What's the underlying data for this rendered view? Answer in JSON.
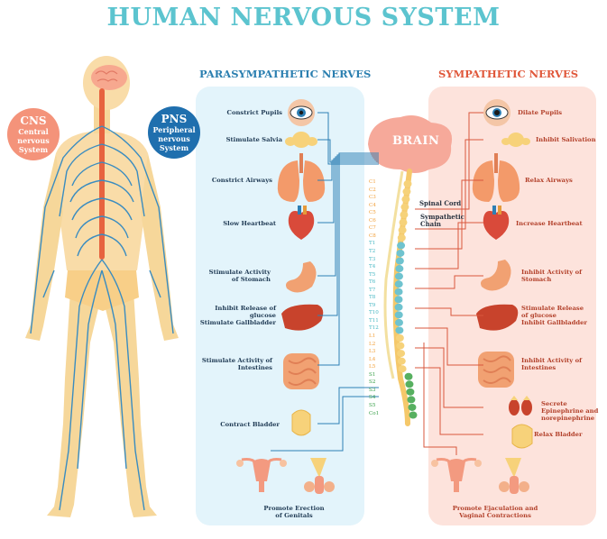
{
  "title": "HUMAN NERVOUS SYSTEM",
  "headers": {
    "parasympathetic": "PARASYMPATHETIC NERVES",
    "sympathetic": "SYMPATHETIC NERVES"
  },
  "badges": {
    "cns": {
      "abbr": "CNS",
      "line1": "Central",
      "line2": "nervous",
      "line3": "System",
      "color": "#f4937a"
    },
    "pns": {
      "abbr": "PNS",
      "line1": "Peripheral",
      "line2": "nervous",
      "line3": "System",
      "color": "#1f6fae"
    }
  },
  "brain_label": "BRAIN",
  "spinal_labels": {
    "spinal_cord": "Spinal Cord",
    "sympathetic_chain_1": "Sympathetic",
    "sympathetic_chain_2": "Chain"
  },
  "parasympathetic": [
    {
      "lines": [
        "Constrict Pupils"
      ]
    },
    {
      "lines": [
        "Stimulate Salvia"
      ]
    },
    {
      "lines": [
        "Constrict Airways"
      ]
    },
    {
      "lines": [
        "Slow Heartbeat"
      ]
    },
    {
      "lines": [
        "Stimulate Activity",
        "of Stomach"
      ]
    },
    {
      "lines": [
        "Inhibit Release of",
        "glucose",
        "Stimulate Gallbladder"
      ]
    },
    {
      "lines": [
        "Stimulate Activity of",
        "Intestines"
      ]
    },
    {
      "lines": [
        "Contract Bladder"
      ]
    },
    {
      "lines": [
        "Promote Erection",
        "of Genitals"
      ]
    }
  ],
  "sympathetic": [
    {
      "lines": [
        "Dilate Pupils"
      ]
    },
    {
      "lines": [
        "Inhibit Salivation"
      ]
    },
    {
      "lines": [
        "Relax Airways"
      ]
    },
    {
      "lines": [
        "Increase Heartbeat"
      ]
    },
    {
      "lines": [
        "Inhibit Activity of",
        "Stomach"
      ]
    },
    {
      "lines": [
        "Stimulate Release",
        "of glucose",
        "Inhibit Gallbladder"
      ]
    },
    {
      "lines": [
        "Inhibit Activity of",
        "Intestines"
      ]
    },
    {
      "lines": [
        "Secrete",
        "Epinephrine and",
        "norepinephrine"
      ]
    },
    {
      "lines": [
        "Relax Bladder"
      ]
    },
    {
      "lines": [
        "Promote Ejaculation and",
        "Vaginal Contractions"
      ]
    }
  ],
  "vertebrae": [
    "C1",
    "C2",
    "C3",
    "C4",
    "C5",
    "C6",
    "C7",
    "C8",
    "T1",
    "T2",
    "T3",
    "T4",
    "T5",
    "T6",
    "T7",
    "T8",
    "T9",
    "T10",
    "T11",
    "T12",
    "L1",
    "L2",
    "L3",
    "L4",
    "L5",
    "S1",
    "S2",
    "S3",
    "S4",
    "S5",
    "Co1"
  ],
  "colors": {
    "title": "#5cc4cf",
    "para_panel": "#e3f4fb",
    "symp_panel": "#fde3dc",
    "para_nerve": "#2d7fb4",
    "symp_nerve": "#d9573d",
    "cervical": "#f2a03a",
    "thoracic": "#49b8c4",
    "sacral": "#3aa04a",
    "organ": "#f0a06a",
    "brain": "#f6a99a"
  }
}
